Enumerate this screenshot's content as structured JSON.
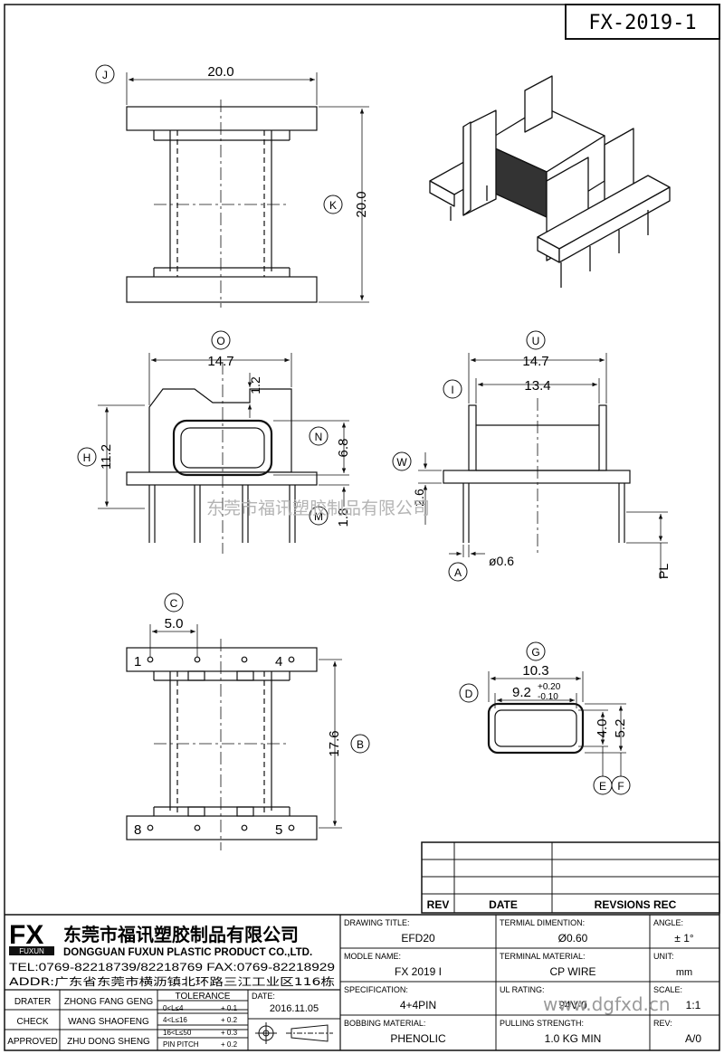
{
  "part_number": "FX-2019-1",
  "views": {
    "top": {
      "callouts": [
        "J",
        "K"
      ],
      "dims": {
        "width": "20.0",
        "height": "20.0"
      }
    },
    "front": {
      "callouts": [
        "O",
        "H",
        "N",
        "M"
      ],
      "dims": {
        "width": "14.7",
        "slot": "1.2",
        "height": "11.2",
        "window": "6.8",
        "pin": "1.8"
      }
    },
    "side": {
      "callouts": [
        "U",
        "I",
        "W",
        "A"
      ],
      "dims": {
        "width": "14.7",
        "inner": "13.4",
        "flange": "2.6",
        "pin_dia": "ø0.6",
        "pl": "PL"
      }
    },
    "bottom": {
      "callouts": [
        "C",
        "B"
      ],
      "dims": {
        "pitch": "5.0",
        "length": "17.6"
      },
      "pins": [
        "1",
        "4",
        "8",
        "5"
      ]
    },
    "section": {
      "callouts": [
        "G",
        "D",
        "E",
        "F"
      ],
      "dims": {
        "outer": "10.3",
        "inner": "9.2",
        "tol_plus": "+0.20",
        "tol_minus": "-0.10",
        "h_inner": "4.0",
        "h_outer": "5.2"
      }
    }
  },
  "watermark": "东莞市福讯塑胶制品有限公司",
  "watermark2": "www.dgfxd.cn",
  "revision_table": {
    "headers": [
      "REV",
      "DATE",
      "REVSIONS REC"
    ]
  },
  "company": {
    "logo": "FX",
    "logo_sub": "FUXUN",
    "name_cn": "东莞市福讯塑胶制品有限公司",
    "name_en": "DONGGUAN FUXUN PLASTIC PRODUCT CO.,LTD.",
    "tel": "TEL:0769-82218739/82218769 FAX:0769-82218929",
    "addr": "ADDR:广东省东莞市横沥镇北环路三江工业区116栋"
  },
  "signoff": [
    {
      "role": "DRATER",
      "name": "ZHONG FANG GENG"
    },
    {
      "role": "CHECK",
      "name": "WANG SHAOFENG"
    },
    {
      "role": "APPROVED",
      "name": "ZHU DONG SHENG"
    }
  ],
  "tolerance": {
    "title": "TOLERANCE",
    "rows": [
      {
        "range": "0<L≤4",
        "tol": "+ 0.1"
      },
      {
        "range": "4<L≤16",
        "tol": "+ 0.2"
      },
      {
        "range": "16<L≤50",
        "tol": "+ 0.3"
      },
      {
        "range": "PIN PITCH",
        "tol": "+ 0.2"
      }
    ]
  },
  "date": {
    "label": "DATE:",
    "value": "2016.11.05"
  },
  "fields": {
    "drawing_title": {
      "label": "DRAWING TITLE:",
      "value": "EFD20"
    },
    "terminal_dimention": {
      "label": "TERMIAL DIMENTION:",
      "value": "Ø0.60"
    },
    "angle": {
      "label": "ANGLE:",
      "value": "± 1°"
    },
    "module_name": {
      "label": "MODLE NAME:",
      "value": "FX 2019 I"
    },
    "terminal_material": {
      "label": "TERMINAL MATERIAL:",
      "value": "CP WIRE"
    },
    "unit": {
      "label": "UNIT:",
      "value": "mm"
    },
    "specification": {
      "label": "SPECIFICATION:",
      "value": "4+4PIN"
    },
    "ul_rating": {
      "label": "UL RATING:",
      "value": "94V-0"
    },
    "scale": {
      "label": "SCALE:",
      "value": "1:1"
    },
    "bobbing_material": {
      "label": "BOBBING MATERIAL:",
      "value": "PHENOLIC"
    },
    "pulling_strength": {
      "label": "PULLING STRENGTH:",
      "value": "1.0 KG MIN"
    },
    "rev": {
      "label": "REV:",
      "value": "A/0"
    }
  }
}
